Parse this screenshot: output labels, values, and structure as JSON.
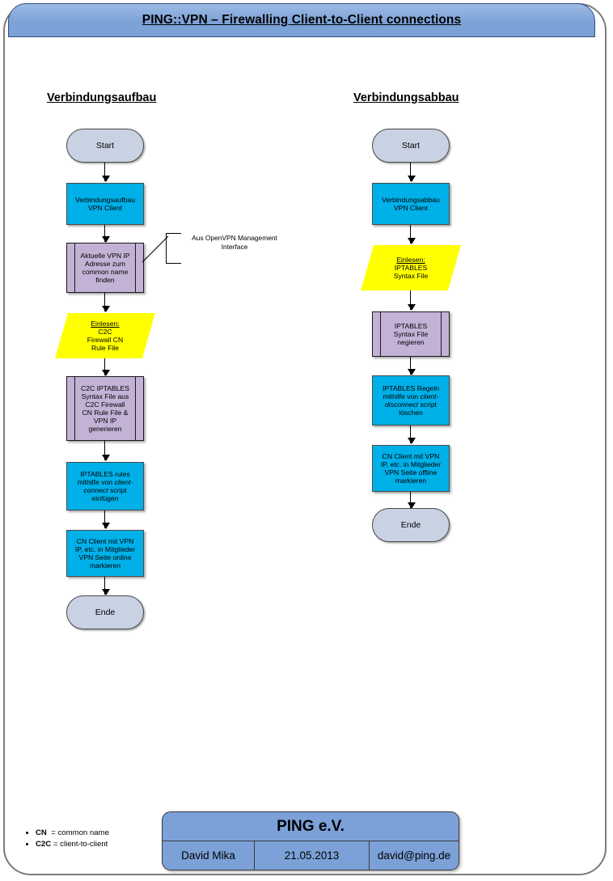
{
  "header": {
    "title": "PING::VPN – Firewalling Client-to-Client connections"
  },
  "columns": {
    "left": {
      "heading": "Verbindungsaufbau",
      "nodes": [
        {
          "id": "start",
          "type": "terminal",
          "label": "Start"
        },
        {
          "id": "connect",
          "type": "process-blue",
          "label": "Verbindungsaufbau\nVPN Client"
        },
        {
          "id": "findip",
          "type": "predef",
          "label": "Aktuelle VPN IP\nAdresse zum\ncommon name\nfinden"
        },
        {
          "id": "readrules",
          "type": "data-yellow",
          "label_underlined": "Einlesen:",
          "label": "C2C\nFirewall CN\nRule File"
        },
        {
          "id": "gensyntax",
          "type": "predef",
          "label": "C2C IPTABLES\nSyntax File aus\nC2C Firewall\nCN Rule File &\nVPN IP\ngenerieren"
        },
        {
          "id": "insertrules",
          "type": "process-blue",
          "label_pre": "IPTABLES rules\nmithilfe von ",
          "label_italic": "client-connect",
          "label_post": " script\neinfügen"
        },
        {
          "id": "markonline",
          "type": "process-blue",
          "label": "CN Client mit VPN\nIP, etc. in Mitglieder\nVPN Seite online\nmarkieren"
        },
        {
          "id": "ende",
          "type": "terminal",
          "label": "Ende"
        }
      ]
    },
    "right": {
      "heading": "Verbindungsabbau",
      "nodes": [
        {
          "id": "start",
          "type": "terminal",
          "label": "Start"
        },
        {
          "id": "disconnect",
          "type": "process-blue",
          "label": "Verbindungsabbau\nVPN Client"
        },
        {
          "id": "readsyntax",
          "type": "data-yellow",
          "label_underlined": "Einlesen:",
          "label": "IPTABLES\nSyntax File"
        },
        {
          "id": "negate",
          "type": "predef",
          "label": "IPTABLES\nSyntax File\nnegieren"
        },
        {
          "id": "deleterules",
          "type": "process-blue",
          "label_pre": "IPTABLES Regeln\nmithilfe von ",
          "label_italic": "client-disconnect",
          "label_post": " script\nlöschen"
        },
        {
          "id": "markoffline",
          "type": "process-blue",
          "label": "CN Client mit VPN\nIP, etc. in Mitglieder\nVPN Seite offline\nmarkieren"
        },
        {
          "id": "ende",
          "type": "terminal",
          "label": "Ende"
        }
      ]
    }
  },
  "annotation": {
    "text": "Aus OpenVPN Management Interface"
  },
  "legend": {
    "items": [
      {
        "abbr": "CN",
        "definition": "= common name"
      },
      {
        "abbr": "C2C",
        "definition": "= client-to-client"
      }
    ]
  },
  "footer": {
    "organisation": "PING e.V.",
    "author": "David Mika",
    "date": "21.05.2013",
    "email": "david@ping.de"
  },
  "colors": {
    "header_blue": "#7ba1d8",
    "process_blue": "#00b0e8",
    "predefined_purple": "#c3b2d6",
    "data_yellow": "#ffff00",
    "terminal_gray": "#c8d2e2",
    "border_dark": "#4a4a4a"
  }
}
